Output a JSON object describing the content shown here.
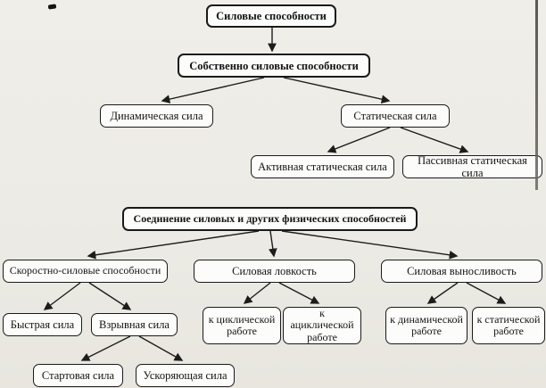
{
  "diagram": {
    "title": "Силовые способности",
    "language": "ru",
    "colors": {
      "background": "#ecebe5",
      "box_fill": "#fcfcfa",
      "border": "#1a1a1a",
      "text": "#141414"
    },
    "nodes": {
      "root": {
        "label": "Силовые способности"
      },
      "proper": {
        "label": "Собственно силовые способности"
      },
      "dynamic": {
        "label": "Динамическая сила"
      },
      "static": {
        "label": "Статическая сила"
      },
      "active_static": {
        "label": "Активная статическая сила"
      },
      "passive_static": {
        "label": "Пассивная статическая сила"
      },
      "combination": {
        "label": "Соединение силовых и других физических способностей"
      },
      "speed_strength": {
        "label": "Скоростно-силовые способности"
      },
      "strength_agility": {
        "label": "Силовая ловкость"
      },
      "strength_endurance": {
        "label": "Силовая выносливость"
      },
      "fast_strength": {
        "label": "Быстрая сила"
      },
      "explosive_strength": {
        "label": "Взрывная сила"
      },
      "cyclic_work": {
        "label": "к циклической работе"
      },
      "acyclic_work": {
        "label": "к ациклической работе"
      },
      "dynamic_work": {
        "label": "к динамической работе"
      },
      "static_work": {
        "label": "к статической работе"
      },
      "starting_strength": {
        "label": "Стартовая сила"
      },
      "accelerating_strength": {
        "label": "Ускоряющая сила"
      }
    },
    "edges": [
      {
        "from": "root",
        "to": "proper"
      },
      {
        "from": "proper",
        "to": "dynamic"
      },
      {
        "from": "proper",
        "to": "static"
      },
      {
        "from": "static",
        "to": "active_static"
      },
      {
        "from": "static",
        "to": "passive_static"
      },
      {
        "from": "combination",
        "to": "speed_strength"
      },
      {
        "from": "combination",
        "to": "strength_agility"
      },
      {
        "from": "combination",
        "to": "strength_endurance"
      },
      {
        "from": "speed_strength",
        "to": "fast_strength"
      },
      {
        "from": "speed_strength",
        "to": "explosive_strength"
      },
      {
        "from": "explosive_strength",
        "to": "starting_strength"
      },
      {
        "from": "explosive_strength",
        "to": "accelerating_strength"
      },
      {
        "from": "strength_agility",
        "to": "cyclic_work"
      },
      {
        "from": "strength_agility",
        "to": "acyclic_work"
      },
      {
        "from": "strength_endurance",
        "to": "dynamic_work"
      },
      {
        "from": "strength_endurance",
        "to": "static_work"
      }
    ]
  }
}
